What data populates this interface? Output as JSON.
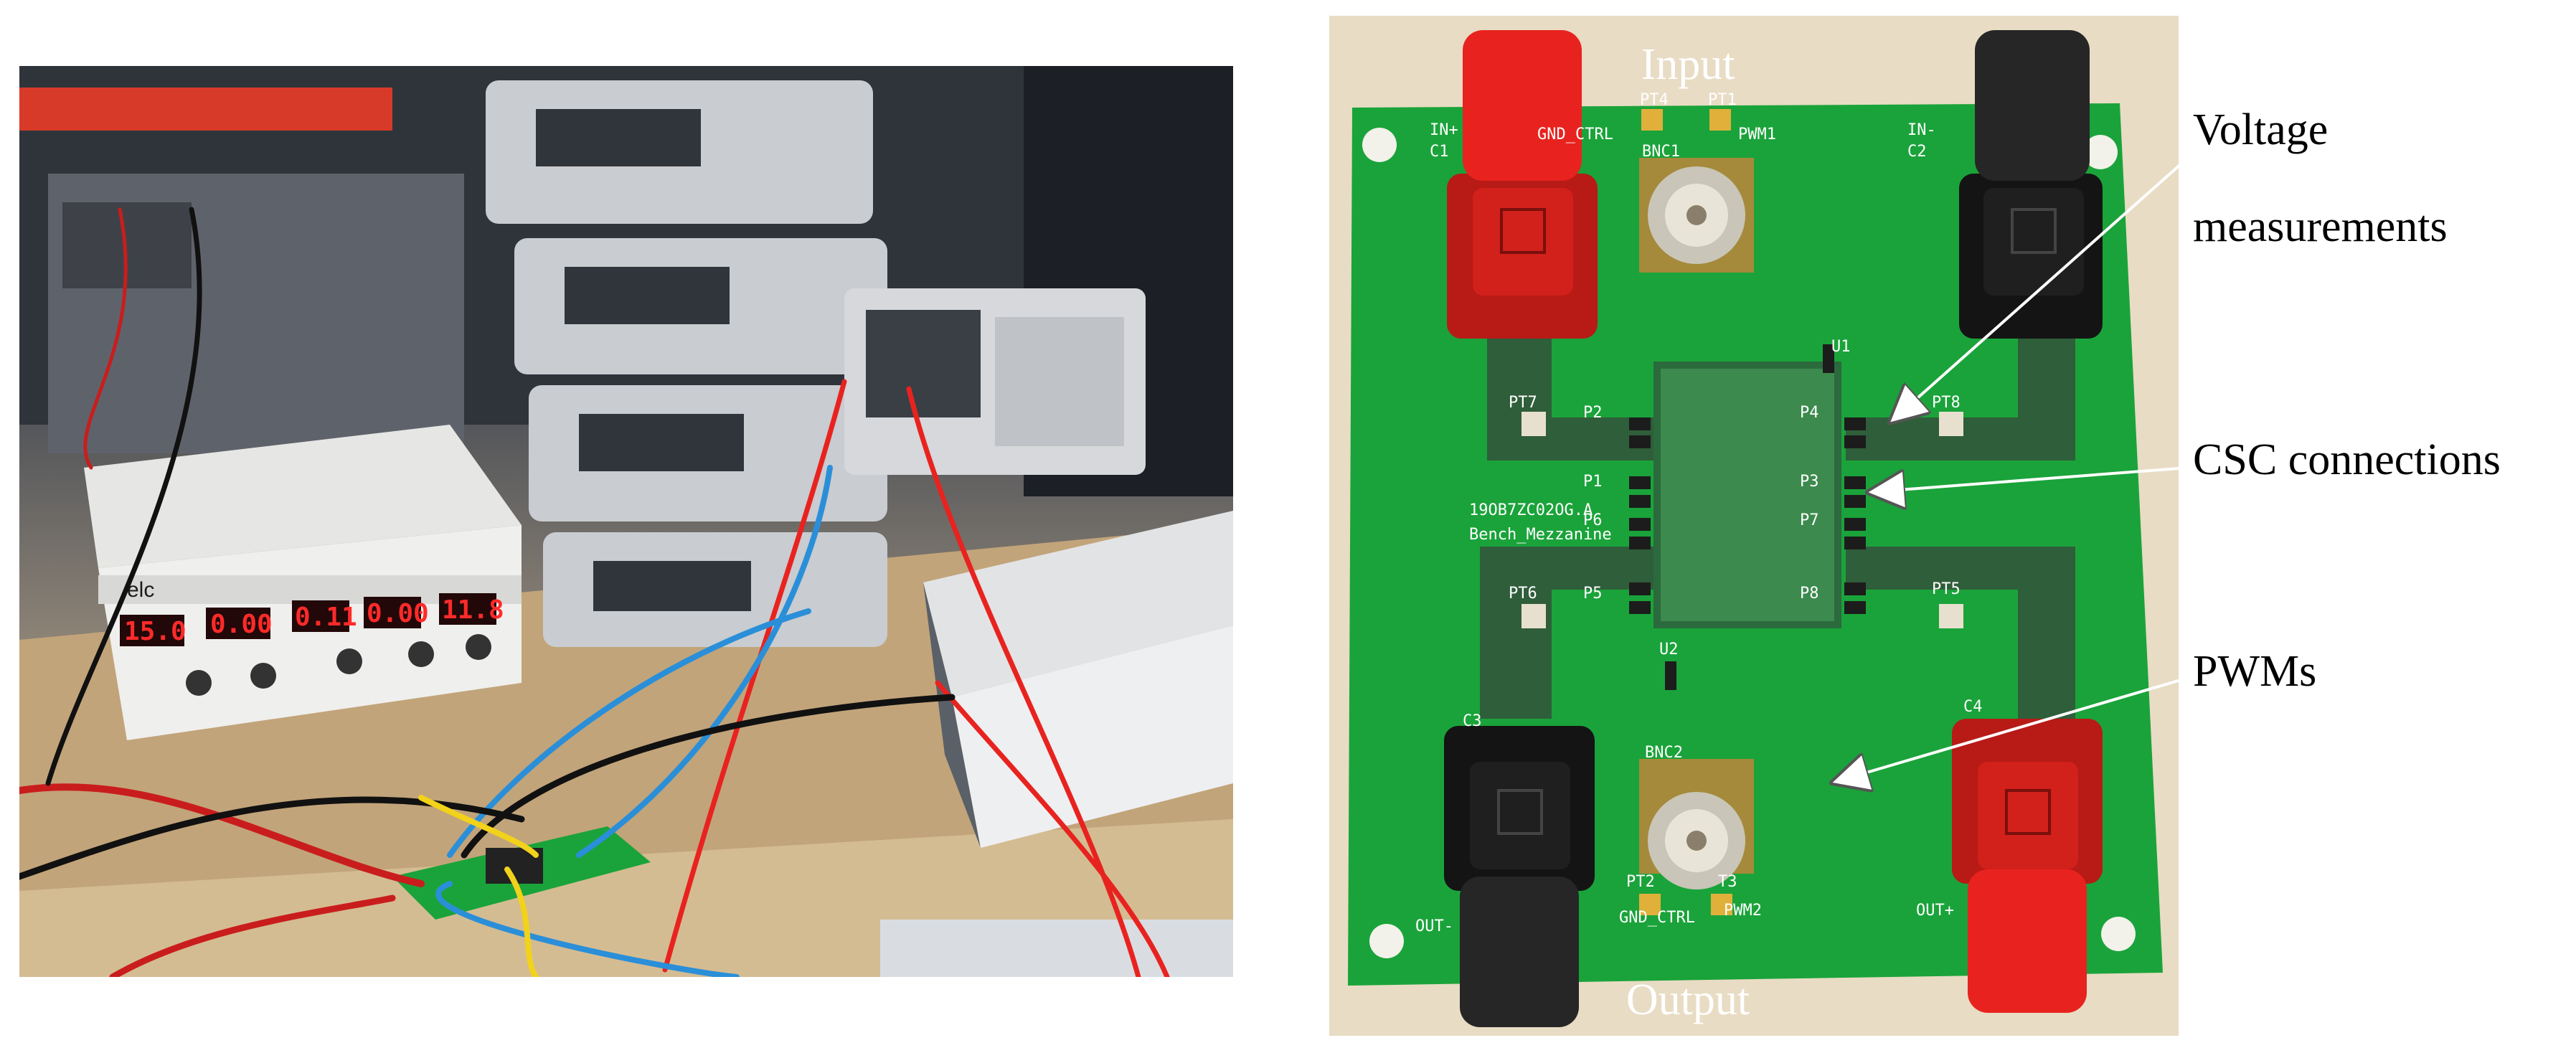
{
  "bench": {
    "supply_brand": "elc",
    "display_1": "15.0",
    "display_2": "0.00",
    "display_3": "0.11",
    "display_4": "0.00",
    "display_5": "11.8"
  },
  "pcb": {
    "input_label": "Input",
    "output_label": "Output",
    "silk": {
      "in_neg_left": "IN+",
      "in_neg_right": "IN-",
      "c1": "C1",
      "c2": "C2",
      "c3": "C3",
      "c4": "C4",
      "gnd_ctrl_top": "GND_CTRL",
      "gnd_ctrl_bottom": "GND_CTRL",
      "pt4": "PT4",
      "pt1": "PT1",
      "pwm1": "PWM1",
      "bnc1": "BNC1",
      "bnc2": "BNC2",
      "pt2": "PT2",
      "pt3": "T3",
      "pwm2": "PWM2",
      "u1": "U1",
      "u2": "U2",
      "pt7": "PT7",
      "pt8": "PT8",
      "pt6": "PT6",
      "pt5": "PT5",
      "p1": "P1",
      "p2": "P2",
      "p3": "P3",
      "p4": "P4",
      "p5": "P5",
      "p6": "P6",
      "p7": "P7",
      "p8": "P8",
      "board_id": "19OB7ZC02OG.A",
      "board_name": "Bench_Mezzanine",
      "out_neg": "OUT-",
      "out_pos": "OUT+"
    }
  },
  "annotations": {
    "voltage_line1": "Voltage",
    "voltage_line2": "measurements",
    "csc": "CSC connections",
    "pwms": "PWMs"
  },
  "colors": {
    "pcb_green": "#1aa33a",
    "trace_dark": "#2f5e3a",
    "red_terminal": "#e8231f",
    "black_terminal": "#1c1c1c"
  }
}
